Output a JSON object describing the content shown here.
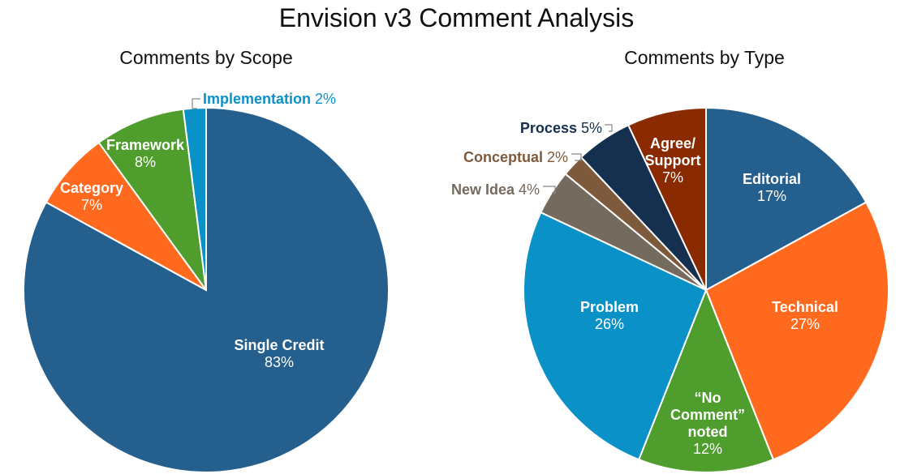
{
  "title": "Envision v3 Comment Analysis",
  "chart_data": [
    {
      "type": "pie",
      "title": "Comments by Scope",
      "slices": [
        {
          "label": "Single Credit",
          "pct_text": "83%",
          "value": 83,
          "color": "#245F8E",
          "label_style": "inside"
        },
        {
          "label": "Category",
          "pct_text": "7%",
          "value": 7,
          "color": "#FF6A1F",
          "label_style": "inside"
        },
        {
          "label": "Framework",
          "pct_text": "8%",
          "value": 8,
          "color": "#4E9D2D",
          "label_style": "inside"
        },
        {
          "label": "Implementation",
          "pct_text": "2%",
          "value": 2,
          "color": "#0A91C8",
          "label_style": "outside"
        }
      ]
    },
    {
      "type": "pie",
      "title": "Comments by Type",
      "slices": [
        {
          "label": "Editorial",
          "pct_text": "17%",
          "value": 17,
          "color": "#245F8E",
          "label_style": "inside"
        },
        {
          "label": "Technical",
          "pct_text": "27%",
          "value": 27,
          "color": "#FF6A1F",
          "label_style": "inside"
        },
        {
          "label": "“No Comment” noted",
          "pct_text": "12%",
          "value": 12,
          "color": "#4E9D2D",
          "label_style": "inside"
        },
        {
          "label": "Problem",
          "pct_text": "26%",
          "value": 26,
          "color": "#0A91C8",
          "label_style": "inside"
        },
        {
          "label": "New Idea",
          "pct_text": "4%",
          "value": 4,
          "color": "#756A5E",
          "label_style": "outside"
        },
        {
          "label": "Conceptual",
          "pct_text": "2%",
          "value": 2,
          "color": "#7E5A3C",
          "label_style": "outside"
        },
        {
          "label": "Process",
          "pct_text": "5%",
          "value": 5,
          "color": "#15304F",
          "label_style": "outside"
        },
        {
          "label": "Agree/ Support",
          "pct_text": "7%",
          "value": 7,
          "color": "#8A2A00",
          "label_style": "inside"
        }
      ]
    }
  ]
}
